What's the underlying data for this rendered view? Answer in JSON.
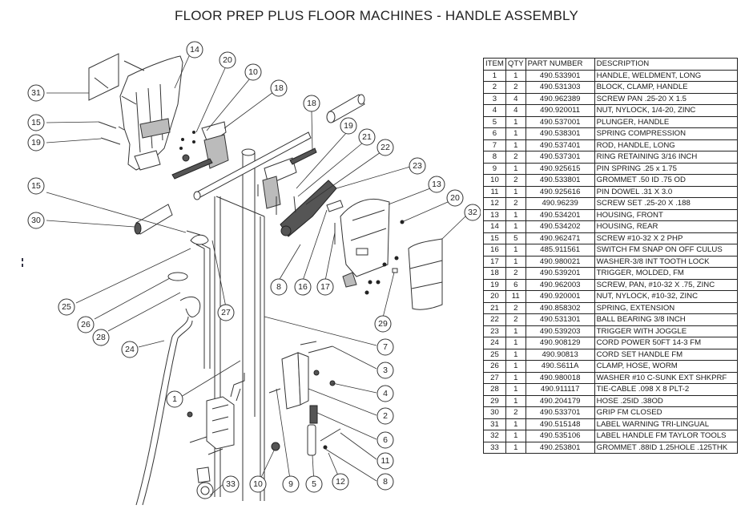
{
  "title": "FLOOR PREP PLUS FLOOR MACHINES - HANDLE ASSEMBLY",
  "parts_table": {
    "headers": [
      "ITEM",
      "QTY",
      "PART NUMBER",
      "DESCRIPTION"
    ],
    "rows": [
      [
        "1",
        "1",
        "490.533901",
        "HANDLE, WELDMENT, LONG"
      ],
      [
        "2",
        "2",
        "490.531303",
        "BLOCK, CLAMP, HANDLE"
      ],
      [
        "3",
        "4",
        "490.962389",
        "SCREW PAN .25-20 X 1.5"
      ],
      [
        "4",
        "4",
        "490.920011",
        "NUT, NYLOCK, 1/4-20, ZINC"
      ],
      [
        "5",
        "1",
        "490.537001",
        "PLUNGER, HANDLE"
      ],
      [
        "6",
        "1",
        "490.538301",
        "SPRING COMPRESSION"
      ],
      [
        "7",
        "1",
        "490.537401",
        "ROD, HANDLE, LONG"
      ],
      [
        "8",
        "2",
        "490.537301",
        "RING RETAINING 3/16 INCH"
      ],
      [
        "9",
        "1",
        "490.925615",
        "PIN SPRING .25 x 1.75"
      ],
      [
        "10",
        "2",
        "490.533801",
        "GROMMET .50 ID .75 OD"
      ],
      [
        "11",
        "1",
        "490.925616",
        "PIN DOWEL .31 X 3.0"
      ],
      [
        "12",
        "2",
        "490.96239",
        "SCREW SET .25-20 X .188"
      ],
      [
        "13",
        "1",
        "490.534201",
        "HOUSING, FRONT"
      ],
      [
        "14",
        "1",
        "490.534202",
        "HOUSING, REAR"
      ],
      [
        "15",
        "5",
        "490.962471",
        "SCREW #10-32 X 2 PHP"
      ],
      [
        "16",
        "1",
        "485.911561",
        "SWITCH FM SNAP ON OFF CULUS"
      ],
      [
        "17",
        "1",
        "490.980021",
        "WASHER-3/8 INT TOOTH LOCK"
      ],
      [
        "18",
        "2",
        "490.539201",
        "TRIGGER, MOLDED, FM"
      ],
      [
        "19",
        "6",
        "490.962003",
        "SCREW, PAN, #10-32 X .75, ZINC"
      ],
      [
        "20",
        "11",
        "490.920001",
        "NUT, NYLOCK, #10-32, ZINC"
      ],
      [
        "21",
        "2",
        "490.858302",
        "SPRING, EXTENSION"
      ],
      [
        "22",
        "2",
        "490.531301",
        "BALL BEARING 3/8 INCH"
      ],
      [
        "23",
        "1",
        "490.539203",
        "TRIGGER WITH JOGGLE"
      ],
      [
        "24",
        "1",
        "490.908129",
        "CORD POWER 50FT 14-3 FM"
      ],
      [
        "25",
        "1",
        "490.90813",
        "CORD SET HANDLE FM"
      ],
      [
        "26",
        "1",
        "490.S611A",
        "CLAMP, HOSE, WORM"
      ],
      [
        "27",
        "1",
        "490.980018",
        "WASHER #10 C-SUNK EXT SHKPRF"
      ],
      [
        "28",
        "1",
        "490.911117",
        "TIE-CABLE .098 X 8 PLT-2"
      ],
      [
        "29",
        "1",
        "490.204179",
        "HOSE .25ID .38OD"
      ],
      [
        "30",
        "2",
        "490.533701",
        "GRIP FM CLOSED"
      ],
      [
        "31",
        "1",
        "490.515148",
        "LABEL WARNING TRI-LINGUAL"
      ],
      [
        "32",
        "1",
        "490.535106",
        "LABEL HANDLE FM TAYLOR TOOLS"
      ],
      [
        "33",
        "1",
        "490.253801",
        "GROMMET .88ID 1.25HOLE .125THK"
      ]
    ]
  },
  "callouts": [
    "14",
    "20",
    "10",
    "18",
    "31",
    "15",
    "19",
    "18",
    "19",
    "21",
    "22",
    "23",
    "13",
    "20",
    "32",
    "15",
    "30",
    "25",
    "26",
    "28",
    "24",
    "27",
    "8",
    "16",
    "17",
    "29",
    "7",
    "3",
    "4",
    "2",
    "6",
    "11",
    "8",
    "1",
    "33",
    "10",
    "9",
    "5",
    "12"
  ]
}
